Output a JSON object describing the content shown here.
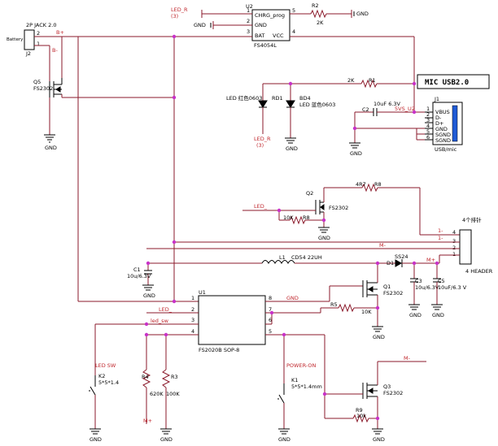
{
  "colors": {
    "wire": "#8b1a2b",
    "junction": "#c832c8",
    "label_red": "#c0272d",
    "usb_bar": "#1f5bd6"
  },
  "jack": {
    "title": "2P JACK 2.0",
    "ref": "J2",
    "side_label": "Battery",
    "pin2": "2",
    "pin1": "1"
  },
  "nets": {
    "b_plus": "B+",
    "b_minus": "B-",
    "m_plus": "M+",
    "m_minus": "M-",
    "led_r": "LED_R",
    "led_r_pin": "(3)",
    "led_g": "LED_",
    "led_sw": "led_sw",
    "gnd_net": "GND",
    "v5_u2": "5VS_U2",
    "one_minus_a": "1-",
    "one_minus_b": "1-"
  },
  "u2": {
    "ref": "U2",
    "part": "FS4054L",
    "pin_chrg": "CHRG_prog",
    "pin_gnd": "GND",
    "pin_bat": "BAT",
    "pin_vcc": "VCC",
    "n1": "1",
    "n2": "2",
    "n3": "3",
    "n4": "4",
    "n5": "5"
  },
  "r2": {
    "ref": "R2",
    "value": "2K"
  },
  "r1": {
    "ref": "R1",
    "value": "2K"
  },
  "rd1": {
    "ref": "RD1",
    "desc": "LED 红色0603",
    "net": "LED_R",
    "pin": "(3)"
  },
  "bd4": {
    "ref": "BD4",
    "desc": "LED 蓝色0603"
  },
  "c2": {
    "ref": "C2",
    "value": "10uF 6.3V"
  },
  "usb": {
    "title": "MIC USB2.0",
    "ref": "J1",
    "part": "USB/mic",
    "pins": [
      "VBUS",
      "D-",
      "D+",
      "GND",
      "SGND",
      "SGND"
    ],
    "nums": [
      "1",
      "2",
      "3",
      "4",
      "5",
      "6"
    ]
  },
  "q5": {
    "ref": "Q5",
    "part": "FS2302"
  },
  "q2": {
    "ref": "Q2",
    "part": "FS2302"
  },
  "r8a": {
    "ref": "R8",
    "value": "4R7"
  },
  "r8b": {
    "ref": "R8",
    "value": "10K"
  },
  "header": {
    "title": "4个排针",
    "part": "4 HEADER",
    "nums": [
      "4",
      "3",
      "2",
      "1"
    ]
  },
  "l1": {
    "ref": "L1",
    "value": "CD54 22UH"
  },
  "d1": {
    "ref": "D1",
    "part": "SS24"
  },
  "c1": {
    "ref": "C1",
    "value": "10u/6.3V"
  },
  "u1": {
    "ref": "U1",
    "part": "FS2020B SOP-8",
    "left": [
      "1",
      "2",
      "3",
      "4"
    ],
    "right": [
      "8",
      "7",
      "6",
      "5"
    ]
  },
  "q1": {
    "ref": "Q1",
    "part": "FS2302"
  },
  "r5": {
    "ref": "R5",
    "value": "10K"
  },
  "c3": {
    "ref": "C3",
    "value": "10u/6.3V"
  },
  "c5": {
    "ref": "C5",
    "value": "10uF/6.3 V"
  },
  "k2": {
    "label": "LED SW",
    "ref": "K2",
    "value": "5*5*1.4"
  },
  "r4": {
    "ref": "R4",
    "value": "620K"
  },
  "r3": {
    "ref": "R3",
    "value": "100K"
  },
  "k1": {
    "label": "POWER-ON",
    "ref": "K1",
    "value": "5*5*1.4mm"
  },
  "q3": {
    "ref": "Q3",
    "part": "FS2302"
  },
  "r9": {
    "ref": "R9",
    "value": "10k"
  },
  "gnd": "GND"
}
